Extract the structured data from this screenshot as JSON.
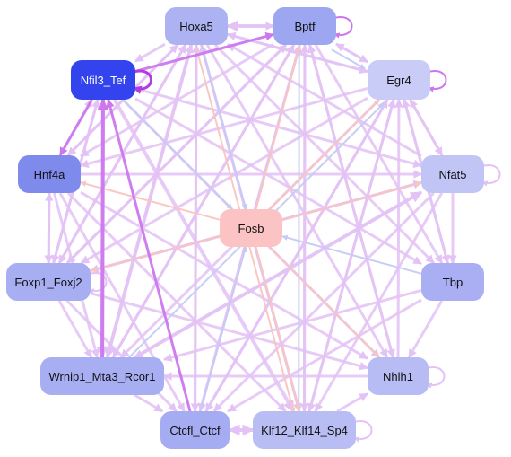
{
  "nodes": [
    {
      "id": "hoxa5",
      "label": "Hoxa5",
      "fill": "#adb2f2",
      "text": "#111111"
    },
    {
      "id": "bptf",
      "label": "Bptf",
      "fill": "#9da6f0",
      "text": "#111111"
    },
    {
      "id": "nfil3_tef",
      "label": "Nfil3_Tef",
      "fill": "#3344ee",
      "text": "#ffffff"
    },
    {
      "id": "egr4",
      "label": "Egr4",
      "fill": "#c8ccf6",
      "text": "#111111"
    },
    {
      "id": "hnf4a",
      "label": "Hnf4a",
      "fill": "#7f8bec",
      "text": "#111111"
    },
    {
      "id": "nfat5",
      "label": "Nfat5",
      "fill": "#c0c5f5",
      "text": "#111111"
    },
    {
      "id": "fosb",
      "label": "Fosb",
      "fill": "#fbc3c3",
      "text": "#111111"
    },
    {
      "id": "foxp1_foxj2",
      "label": "Foxp1_Foxj2",
      "fill": "#a8aef2",
      "text": "#111111"
    },
    {
      "id": "tbp",
      "label": "Tbp",
      "fill": "#a9aff2",
      "text": "#111111"
    },
    {
      "id": "wrnip1",
      "label": "Wrnip1_Mta3_Rcor1",
      "fill": "#a8aef2",
      "text": "#111111"
    },
    {
      "id": "nhlh1",
      "label": "Nhlh1",
      "fill": "#b7bcf4",
      "text": "#111111"
    },
    {
      "id": "ctcfl_ctcf",
      "label": "Ctcfl_Ctcf",
      "fill": "#a6acf1",
      "text": "#111111"
    },
    {
      "id": "klf12",
      "label": "Klf12_Klf14_Sp4",
      "fill": "#b8bdf4",
      "text": "#111111"
    }
  ],
  "edge_colors": {
    "activation": "#e3c2f5",
    "strong": "#cc77ee",
    "repression_blue": "#c5cbf3",
    "repression_red": "#f9c5be",
    "self_loop_strong": "#b23ce0"
  },
  "edges": [
    {
      "from": "nfil3_tef",
      "to": "nfil3_tef",
      "kind": "self",
      "color": "self_loop_strong",
      "w": 3
    },
    {
      "from": "bptf",
      "to": "bptf",
      "kind": "self",
      "color": "strong",
      "w": 2
    },
    {
      "from": "egr4",
      "to": "egr4",
      "kind": "self",
      "color": "strong",
      "w": 2
    },
    {
      "from": "nfat5",
      "to": "nfat5",
      "kind": "self",
      "color": "activation",
      "w": 2
    },
    {
      "from": "foxp1_foxj2",
      "to": "foxp1_foxj2",
      "kind": "self",
      "color": "activation",
      "w": 2
    },
    {
      "from": "nhlh1",
      "to": "nhlh1",
      "kind": "self",
      "color": "activation",
      "w": 2
    },
    {
      "from": "klf12",
      "to": "klf12",
      "kind": "self",
      "color": "activation",
      "w": 2
    },
    {
      "from": "wrnip1",
      "to": "nfil3_tef",
      "color": "strong",
      "w": 4
    },
    {
      "from": "ctcfl_ctcf",
      "to": "nfil3_tef",
      "color": "strong",
      "w": 3
    },
    {
      "from": "nfil3_tef",
      "to": "bptf",
      "color": "strong",
      "w": 3
    },
    {
      "from": "nfil3_tef",
      "to": "hnf4a",
      "color": "strong",
      "w": 3
    },
    {
      "from": "hoxa5",
      "to": "wrnip1",
      "color": "activation",
      "w": 4
    },
    {
      "from": "bptf",
      "to": "hoxa5",
      "color": "activation",
      "w": 4
    },
    {
      "from": "hoxa5",
      "to": "egr4",
      "color": "activation",
      "w": 3
    },
    {
      "from": "bptf",
      "to": "egr4",
      "color": "activation",
      "w": 3
    },
    {
      "from": "nfat5",
      "to": "egr4",
      "color": "activation",
      "w": 3
    },
    {
      "from": "tbp",
      "to": "egr4",
      "color": "activation",
      "w": 3
    },
    {
      "from": "nhlh1",
      "to": "egr4",
      "color": "activation",
      "w": 3
    },
    {
      "from": "klf12",
      "to": "egr4",
      "color": "activation",
      "w": 3
    },
    {
      "from": "ctcfl_ctcf",
      "to": "egr4",
      "color": "activation",
      "w": 3
    },
    {
      "from": "hnf4a",
      "to": "nfat5",
      "color": "activation",
      "w": 3
    },
    {
      "from": "foxp1_foxj2",
      "to": "nfat5",
      "color": "activation",
      "w": 3
    },
    {
      "from": "wrnip1",
      "to": "nfat5",
      "color": "activation",
      "w": 4
    },
    {
      "from": "nfil3_tef",
      "to": "nfat5",
      "color": "activation",
      "w": 3
    },
    {
      "from": "hoxa5",
      "to": "tbp",
      "color": "activation",
      "w": 3
    },
    {
      "from": "bptf",
      "to": "tbp",
      "color": "activation",
      "w": 3
    },
    {
      "from": "egr4",
      "to": "tbp",
      "color": "activation",
      "w": 3
    },
    {
      "from": "nfil3_tef",
      "to": "tbp",
      "color": "activation",
      "w": 3
    },
    {
      "from": "hoxa5",
      "to": "nhlh1",
      "color": "activation",
      "w": 3
    },
    {
      "from": "bptf",
      "to": "nhlh1",
      "color": "activation",
      "w": 3
    },
    {
      "from": "nfil3_tef",
      "to": "nhlh1",
      "color": "activation",
      "w": 3
    },
    {
      "from": "hnf4a",
      "to": "nhlh1",
      "color": "activation",
      "w": 3
    },
    {
      "from": "foxp1_foxj2",
      "to": "nhlh1",
      "color": "activation",
      "w": 3
    },
    {
      "from": "hoxa5",
      "to": "klf12",
      "color": "activation",
      "w": 3
    },
    {
      "from": "bptf",
      "to": "klf12",
      "color": "activation",
      "w": 3
    },
    {
      "from": "egr4",
      "to": "klf12",
      "color": "activation",
      "w": 3
    },
    {
      "from": "nfil3_tef",
      "to": "klf12",
      "color": "activation",
      "w": 4
    },
    {
      "from": "hnf4a",
      "to": "klf12",
      "color": "activation",
      "w": 3
    },
    {
      "from": "nfat5",
      "to": "klf12",
      "color": "activation",
      "w": 3
    },
    {
      "from": "hoxa5",
      "to": "ctcfl_ctcf",
      "color": "activation",
      "w": 3
    },
    {
      "from": "bptf",
      "to": "ctcfl_ctcf",
      "color": "activation",
      "w": 3
    },
    {
      "from": "egr4",
      "to": "ctcfl_ctcf",
      "color": "activation",
      "w": 3
    },
    {
      "from": "nfat5",
      "to": "ctcfl_ctcf",
      "color": "activation",
      "w": 3
    },
    {
      "from": "tbp",
      "to": "ctcfl_ctcf",
      "color": "activation",
      "w": 3
    },
    {
      "from": "hnf4a",
      "to": "ctcfl_ctcf",
      "color": "activation",
      "w": 3
    },
    {
      "from": "foxp1_foxj2",
      "to": "ctcfl_ctcf",
      "color": "activation",
      "w": 3
    },
    {
      "from": "bptf",
      "to": "wrnip1",
      "color": "activation",
      "w": 3
    },
    {
      "from": "egr4",
      "to": "wrnip1",
      "color": "activation",
      "w": 3
    },
    {
      "from": "nfat5",
      "to": "wrnip1",
      "color": "activation",
      "w": 3
    },
    {
      "from": "tbp",
      "to": "wrnip1",
      "color": "activation",
      "w": 3
    },
    {
      "from": "nhlh1",
      "to": "wrnip1",
      "color": "activation",
      "w": 3
    },
    {
      "from": "hnf4a",
      "to": "wrnip1",
      "color": "activation",
      "w": 3
    },
    {
      "from": "nfil3_tef",
      "to": "wrnip1",
      "color": "activation",
      "w": 4
    },
    {
      "from": "hoxa5",
      "to": "foxp1_foxj2",
      "color": "activation",
      "w": 3
    },
    {
      "from": "bptf",
      "to": "foxp1_foxj2",
      "color": "activation",
      "w": 3
    },
    {
      "from": "egr4",
      "to": "foxp1_foxj2",
      "color": "activation",
      "w": 3
    },
    {
      "from": "nfat5",
      "to": "foxp1_foxj2",
      "color": "activation",
      "w": 3
    },
    {
      "from": "nfil3_tef",
      "to": "foxp1_foxj2",
      "color": "activation",
      "w": 3
    },
    {
      "from": "hnf4a",
      "to": "foxp1_foxj2",
      "color": "activation",
      "w": 3
    },
    {
      "from": "hoxa5",
      "to": "hnf4a",
      "color": "activation",
      "w": 3
    },
    {
      "from": "bptf",
      "to": "hnf4a",
      "color": "activation",
      "w": 3
    },
    {
      "from": "egr4",
      "to": "hnf4a",
      "color": "activation",
      "w": 3
    },
    {
      "from": "foxp1_foxj2",
      "to": "hnf4a",
      "color": "activation",
      "w": 3
    },
    {
      "from": "hnf4a",
      "to": "hoxa5",
      "color": "activation",
      "w": 3
    },
    {
      "from": "egr4",
      "to": "hoxa5",
      "color": "activation",
      "w": 3
    },
    {
      "from": "nfat5",
      "to": "hoxa5",
      "color": "activation",
      "w": 3
    },
    {
      "from": "foxp1_foxj2",
      "to": "hoxa5",
      "color": "activation",
      "w": 3
    },
    {
      "from": "wrnip1",
      "to": "hoxa5",
      "color": "activation",
      "w": 3
    },
    {
      "from": "klf12",
      "to": "hoxa5",
      "color": "activation",
      "w": 3
    },
    {
      "from": "ctcfl_ctcf",
      "to": "hoxa5",
      "color": "activation",
      "w": 3
    },
    {
      "from": "hoxa5",
      "to": "bptf",
      "color": "activation",
      "w": 3
    },
    {
      "from": "egr4",
      "to": "bptf",
      "color": "activation",
      "w": 3
    },
    {
      "from": "foxp1_foxj2",
      "to": "bptf",
      "color": "activation",
      "w": 3
    },
    {
      "from": "wrnip1",
      "to": "bptf",
      "color": "activation",
      "w": 3
    },
    {
      "from": "klf12",
      "to": "bptf",
      "color": "activation",
      "w": 3
    },
    {
      "from": "ctcfl_ctcf",
      "to": "bptf",
      "color": "activation",
      "w": 3
    },
    {
      "from": "nhlh1",
      "to": "bptf",
      "color": "activation",
      "w": 3
    },
    {
      "from": "klf12",
      "to": "ctcfl_ctcf",
      "color": "activation",
      "w": 4
    },
    {
      "from": "ctcfl_ctcf",
      "to": "klf12",
      "color": "activation",
      "w": 4
    },
    {
      "from": "klf12",
      "to": "nhlh1",
      "color": "activation",
      "w": 3
    },
    {
      "from": "tbp",
      "to": "nhlh1",
      "color": "activation",
      "w": 3
    },
    {
      "from": "nfat5",
      "to": "tbp",
      "color": "activation",
      "w": 3
    },
    {
      "from": "egr4",
      "to": "nfat5",
      "color": "activation",
      "w": 3
    },
    {
      "from": "foxp1_foxj2",
      "to": "wrnip1",
      "color": "activation",
      "w": 3
    },
    {
      "from": "wrnip1",
      "to": "ctcfl_ctcf",
      "color": "activation",
      "w": 3
    },
    {
      "from": "hnf4a",
      "to": "nfil3_tef",
      "color": "activation",
      "w": 3
    },
    {
      "from": "foxp1_foxj2",
      "to": "nfil3_tef",
      "color": "activation",
      "w": 3
    },
    {
      "from": "hoxa5",
      "to": "nfil3_tef",
      "color": "activation",
      "w": 3
    },
    {
      "from": "nfil3_tef",
      "to": "fosb",
      "color": "repression_blue",
      "w": 2
    },
    {
      "from": "bptf",
      "to": "egr4",
      "color": "repression_blue",
      "w": 2,
      "offset": 6
    },
    {
      "from": "bptf",
      "to": "klf12",
      "color": "repression_blue",
      "w": 2,
      "offset": 6
    },
    {
      "from": "tbp",
      "to": "fosb",
      "color": "repression_blue",
      "w": 2
    },
    {
      "from": "wrnip1",
      "to": "egr4",
      "color": "repression_blue",
      "w": 2,
      "offset": 6
    },
    {
      "from": "ctcfl_ctcf",
      "to": "fosb",
      "color": "repression_blue",
      "w": 2
    },
    {
      "from": "hoxa5",
      "to": "fosb",
      "color": "repression_blue",
      "w": 2
    },
    {
      "from": "fosb",
      "to": "bptf",
      "color": "repression_red",
      "w": 2
    },
    {
      "from": "fosb",
      "to": "hnf4a",
      "color": "repression_red",
      "w": 2
    },
    {
      "from": "fosb",
      "to": "foxp1_foxj2",
      "color": "repression_red",
      "w": 2
    },
    {
      "from": "fosb",
      "to": "nfat5",
      "color": "repression_red",
      "w": 2
    },
    {
      "from": "fosb",
      "to": "nhlh1",
      "color": "repression_red",
      "w": 2
    },
    {
      "from": "fosb",
      "to": "klf12",
      "color": "repression_red",
      "w": 2
    },
    {
      "from": "fosb",
      "to": "egr4",
      "color": "repression_red",
      "w": 2
    },
    {
      "from": "hoxa5",
      "to": "klf12",
      "color": "repression_red",
      "w": 2,
      "offset": 6
    }
  ]
}
